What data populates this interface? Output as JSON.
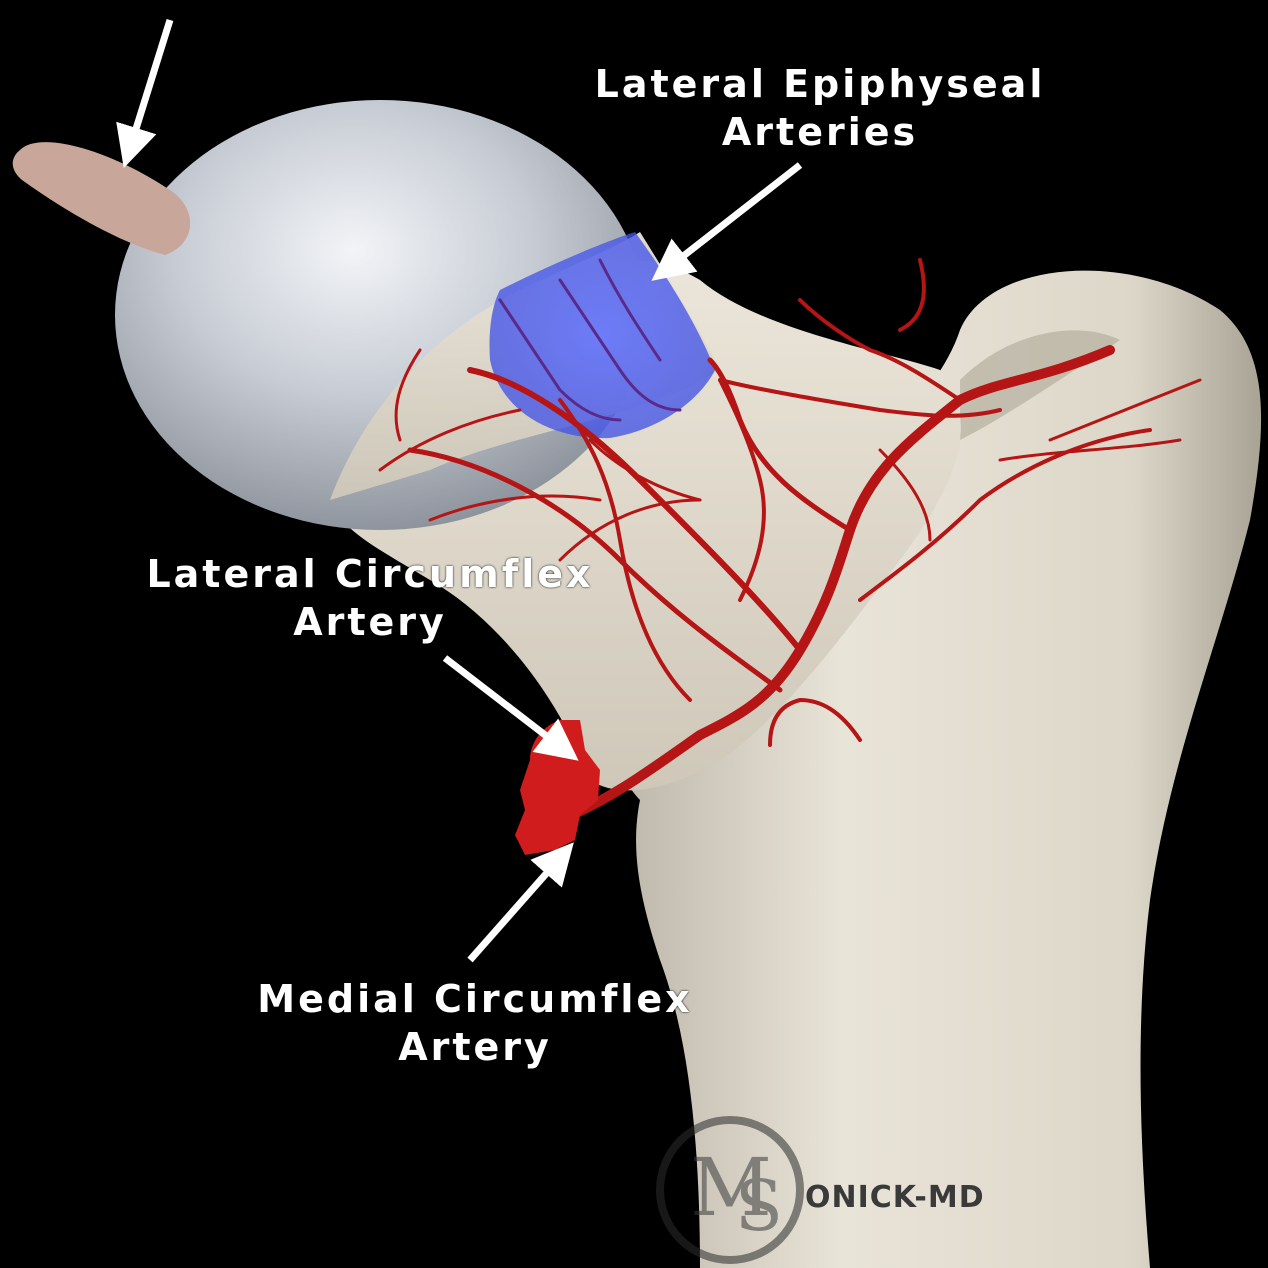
{
  "labels": {
    "lateral_epiphyseal": {
      "line1": "Lateral Epiphyseal",
      "line2": "Arteries"
    },
    "lateral_circumflex": {
      "line1": "Lateral Circumflex",
      "line2": "Artery"
    },
    "medial_circumflex": {
      "line1": "Medial Circumflex",
      "line2": "Artery"
    }
  },
  "watermark": {
    "text": "ONICK-MD"
  },
  "colors": {
    "background": "#000000",
    "bone": "#e6e0d2",
    "femoral_head": "#c9ced6",
    "artery": "#b51515",
    "epiphyseal_region": "#4f5ff0",
    "ligament": "#c8a79a",
    "arrow": "#ffffff"
  }
}
